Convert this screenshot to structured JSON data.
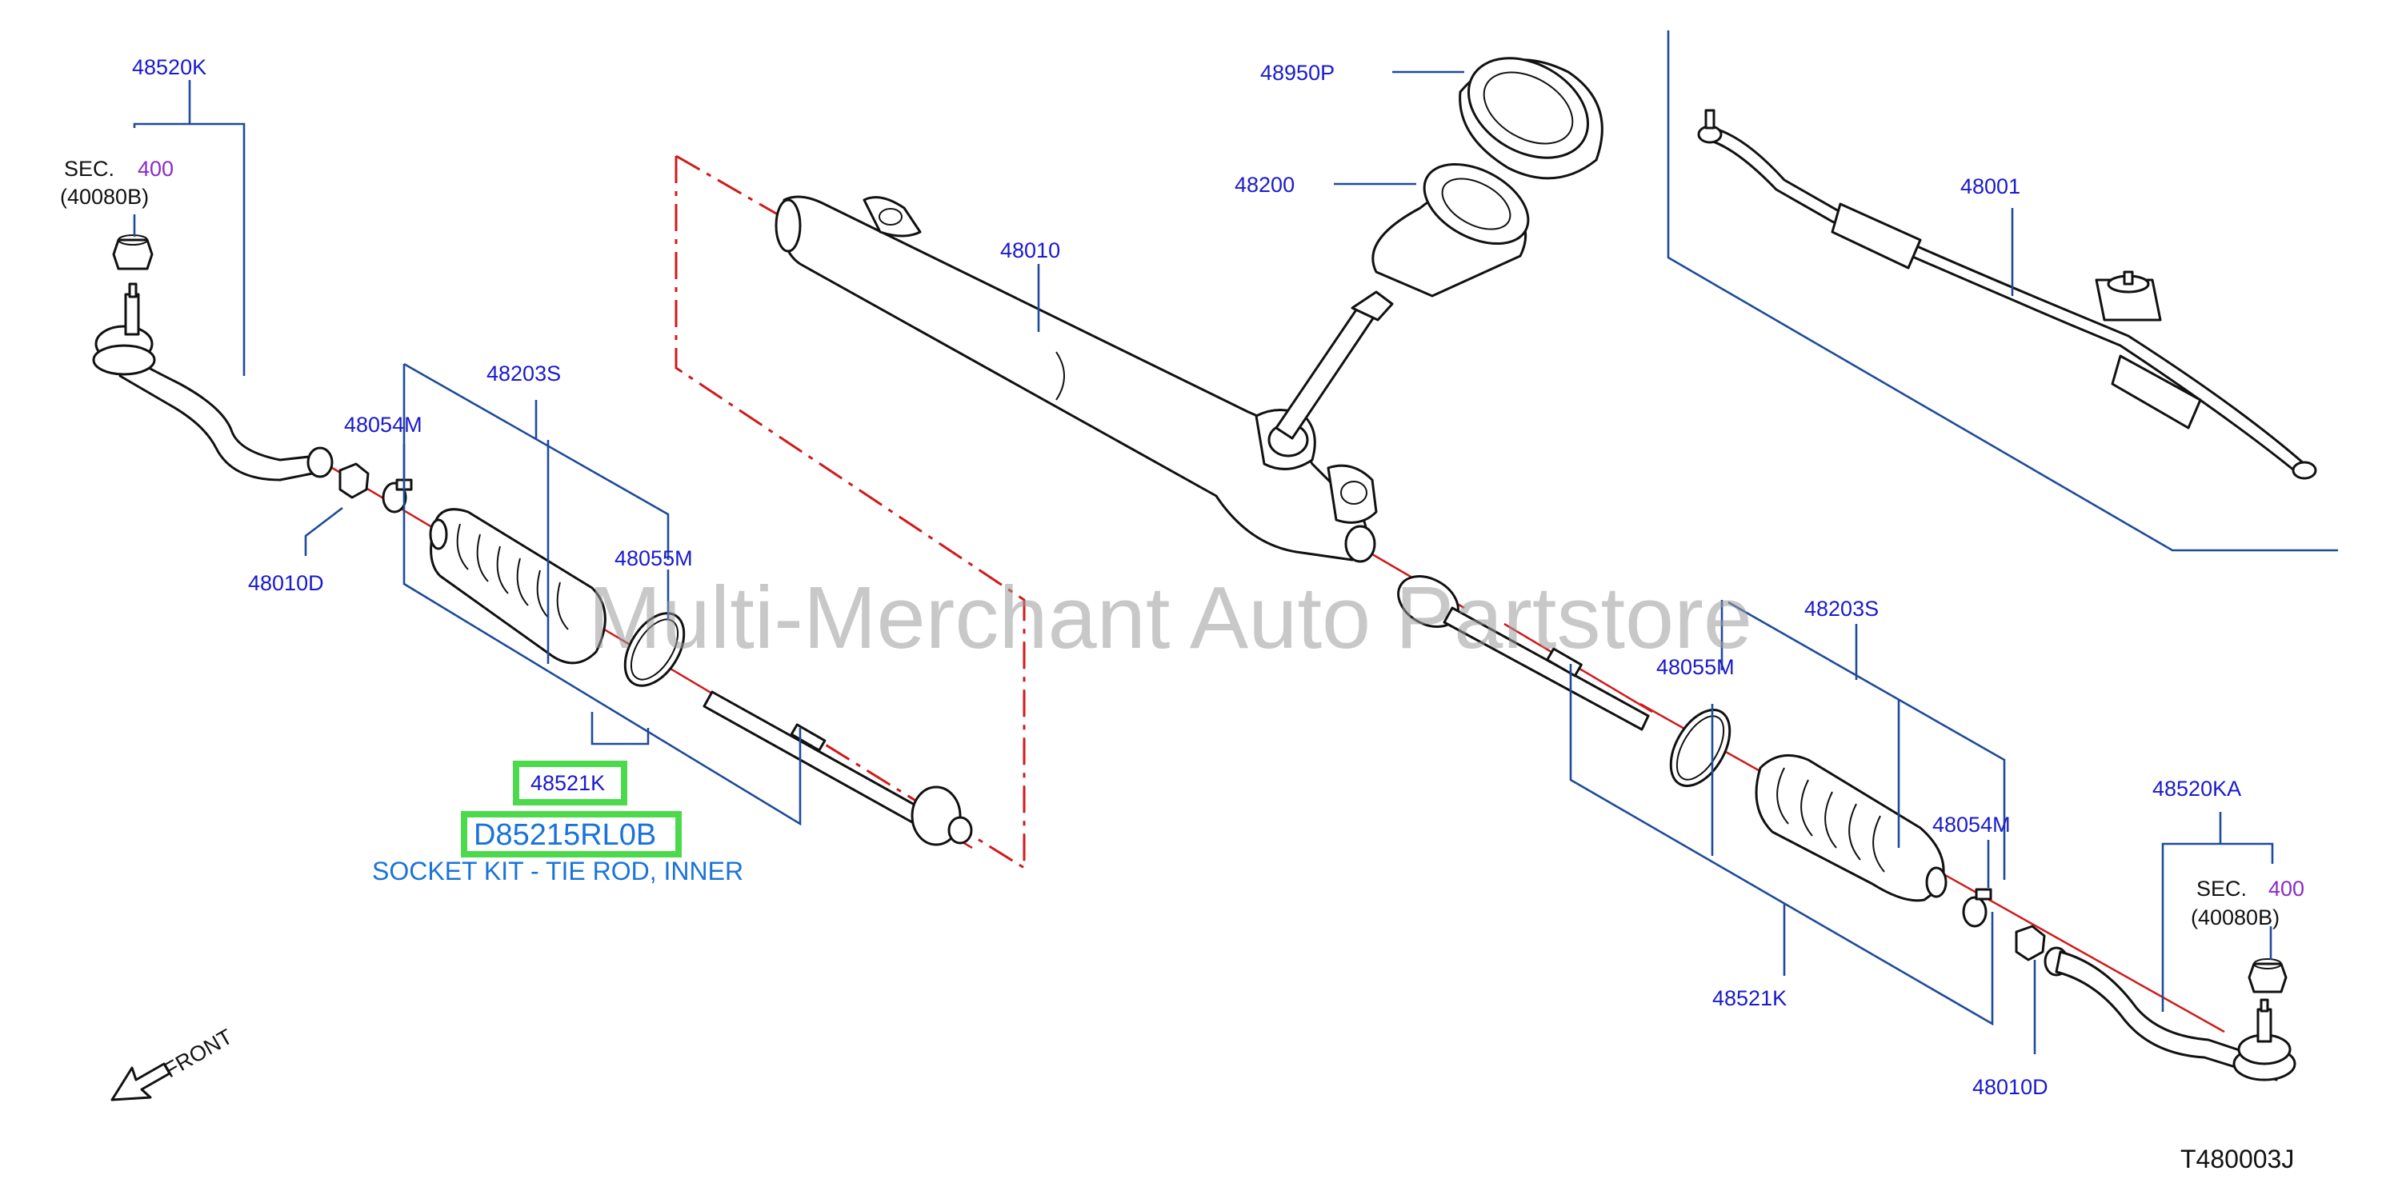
{
  "diagram_code": "T480003J",
  "watermark": "Multi-Merchant Auto Partstore",
  "front_label": "FRONT",
  "highlight": {
    "part_number": "48521K",
    "oem_number": "D85215RL0B",
    "description": "SOCKET KIT - TIE ROD, INNER"
  },
  "callouts": {
    "tie_rod_end_left": "48520K",
    "sec_left": "SEC.",
    "sec_left_num": "400",
    "sec_left_ref": "(40080B)",
    "boot_left": "48203S",
    "clamp_small_left": "48054M",
    "nut_left": "48010D",
    "clamp_large_left": "48055M",
    "housing": "48010",
    "boot_cover": "48950P",
    "grommet": "48200",
    "assembly": "48001",
    "boot_right": "48203S",
    "clamp_large_right": "48055M",
    "clamp_small_right": "48054M",
    "socket_right": "48521K",
    "tie_rod_end_right": "48520KA",
    "sec_right": "SEC.",
    "sec_right_num": "400",
    "sec_right_ref": "(40080B)",
    "nut_right": "48010D"
  },
  "colors": {
    "callout_text": "#1a1acd",
    "leader_lines": "#1e4b9b",
    "axis_lines": "#d11a1a",
    "highlight_box": "#4cd94c",
    "highlight_text": "#1a73d9",
    "section_number": "#8a2bc9"
  }
}
